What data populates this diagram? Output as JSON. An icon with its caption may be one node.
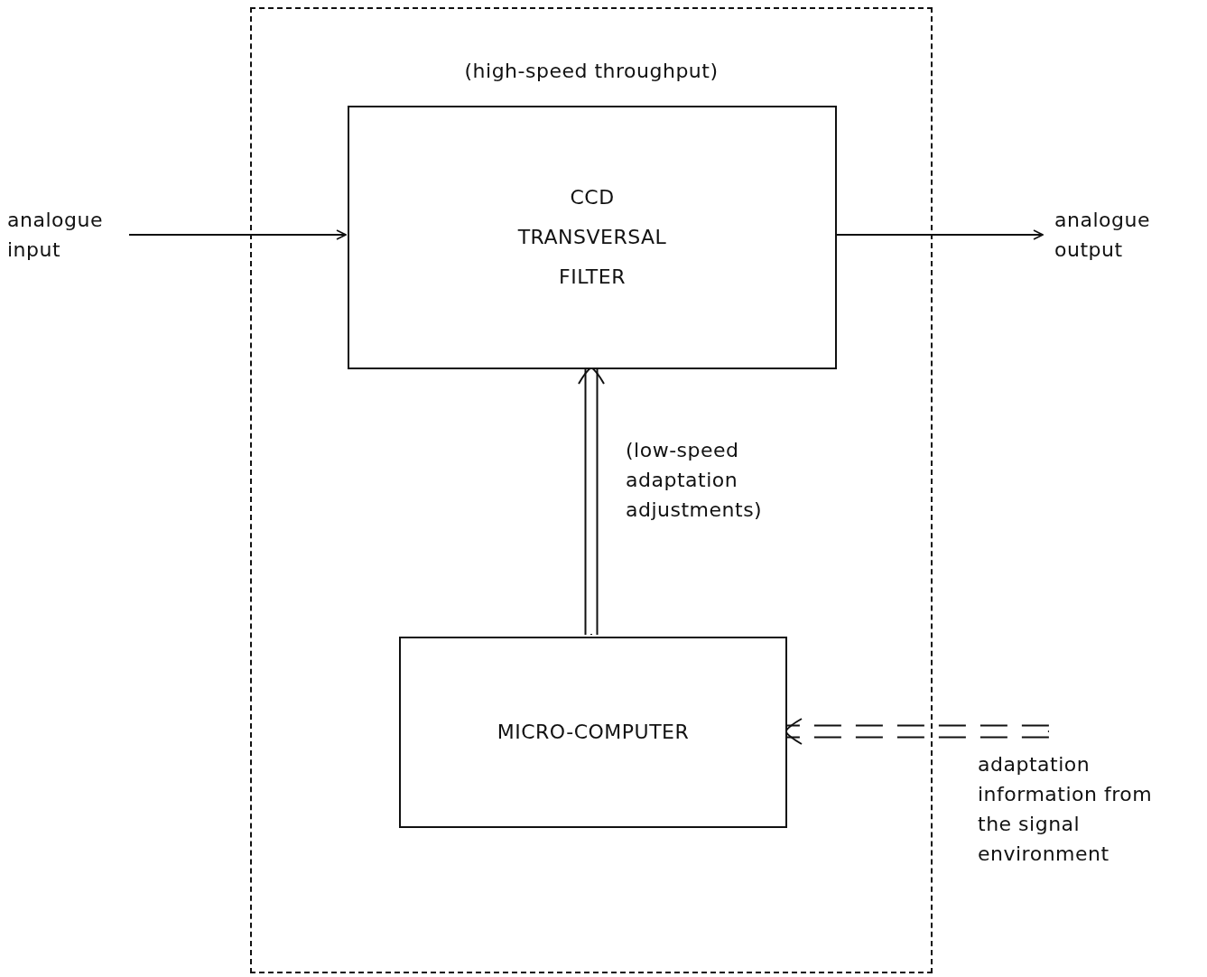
{
  "diagram": {
    "nodes": [
      {
        "text": [
          "(high-speed throughput)"
        ]
      },
      {
        "text": [
          "CCD TRANSVERSAL FILTER"
        ],
        "in": 0
      },
      {
        "text": [
          "MICRO-COMPUTER"
        ],
        "in": 0
      },
      {
        "text": [
          "analogue input"
        ]
      },
      {
        "text": [
          "analogue output"
        ]
      },
      {
        "text": [
          "adaptation information from the signal environment"
        ]
      }
    ],
    "edges": [
      {
        "from": 3,
        "to": 1,
        "arrow": "to"
      },
      {
        "from": 1,
        "to": 4,
        "arrow": "to"
      },
      {
        "from": 2,
        "to": 1,
        "arrow": "to",
        "label": "(low-speed adaptation adjustments)"
      },
      {
        "from": 5,
        "to": 2,
        "arrow": "to",
        "style": "dashed"
      }
    ]
  }
}
